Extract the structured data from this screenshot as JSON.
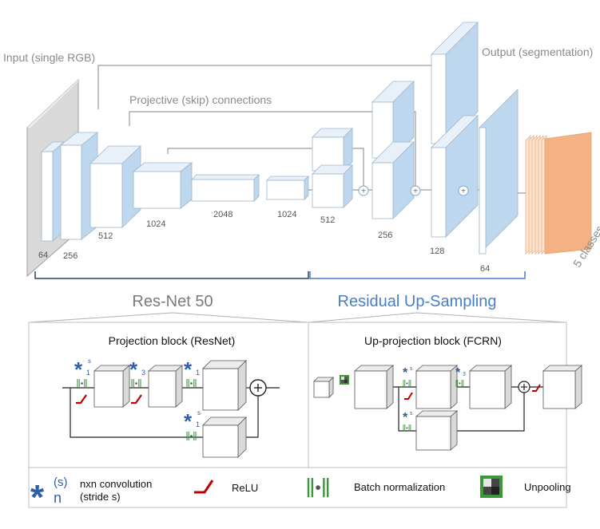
{
  "top": {
    "input_label": "Input (single RGB)",
    "skip_label": "Projective (skip) connections",
    "output_label": "Output (segmentation)",
    "classes_label": "5 classes",
    "enc_dims": [
      "64",
      "256",
      "512",
      "1024",
      "2048",
      "1024"
    ],
    "dec_dims": [
      "512",
      "256",
      "128",
      "64"
    ]
  },
  "sections": {
    "left": "Res-Net 50",
    "right": "Residual Up-Sampling"
  },
  "blocks": {
    "projection_title": "Projection block (ResNet)",
    "upprojection_title": "Up-projection block (FCRN)",
    "conv_labels": {
      "base": "*",
      "n1": "1",
      "n3": "3",
      "s": "s"
    }
  },
  "legend": {
    "conv_symbol": "*",
    "conv_sup": "(s)",
    "conv_sub": "n",
    "conv_line1": "nxn convolution",
    "conv_line2": "(stride s)",
    "relu": "ReLU",
    "bn": "Batch normalization",
    "unpool": "Unpooling"
  },
  "colors": {
    "blue_face": "#bdd7ee",
    "box_front": "#ffffff",
    "section_blue": "#4a7fc4",
    "conv_blue": "#2f5fa8",
    "relu_red": "#c00000",
    "bn_green": "#3a9a3a",
    "output_orange": "#f4b183"
  }
}
